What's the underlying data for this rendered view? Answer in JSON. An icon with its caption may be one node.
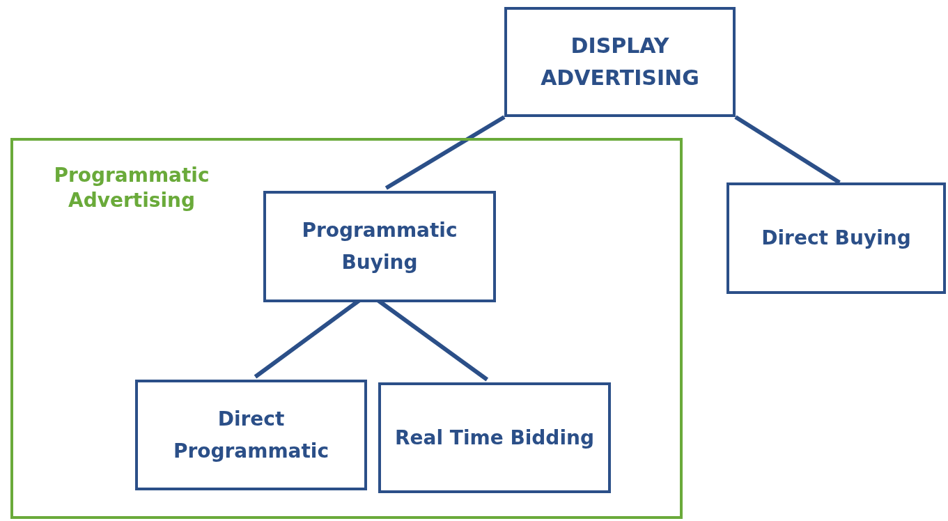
{
  "diagram": {
    "nodes": [
      {
        "text": [
          "DISPLAY ADVERTISING"
        ]
      },
      {
        "text": [
          "Programmatic Advertising"
        ]
      },
      {
        "text": [
          "Programmatic Buying"
        ],
        "in": 1
      },
      {
        "text": [
          "Direct Buying"
        ]
      },
      {
        "text": [
          "Direct Programmatic"
        ],
        "in": 1
      },
      {
        "text": [
          "Real Time Bidding"
        ],
        "in": 1
      }
    ],
    "edges": [
      {
        "from": 0,
        "to": 2,
        "arrow": "none"
      },
      {
        "from": 0,
        "to": 3,
        "arrow": "none"
      },
      {
        "from": 2,
        "to": 4,
        "arrow": "none"
      },
      {
        "from": 2,
        "to": 5,
        "arrow": "none"
      }
    ]
  }
}
